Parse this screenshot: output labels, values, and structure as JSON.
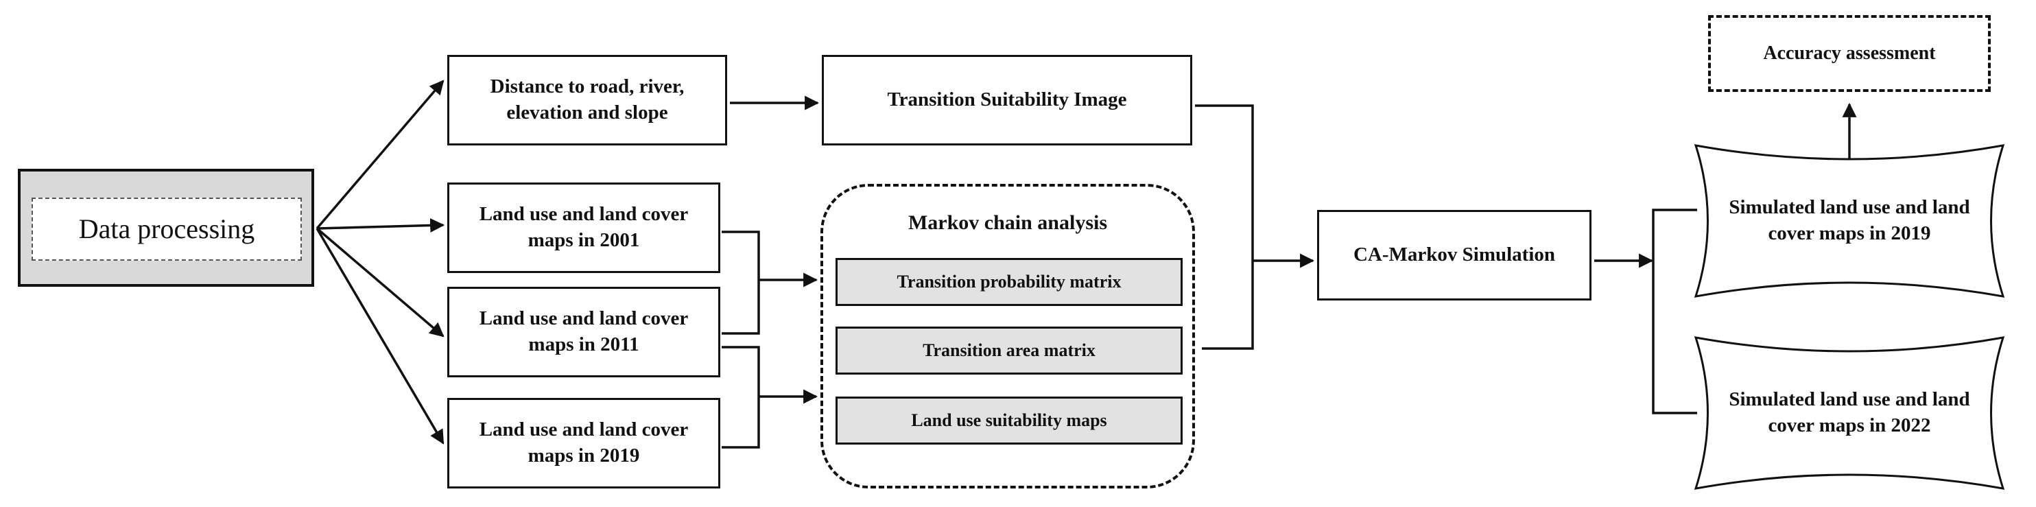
{
  "nodes": {
    "data_processing": "Data processing",
    "distance": "Distance to road, river, elevation and slope",
    "suitability_image": "Transition Suitability Image",
    "lulc_2001": "Land use and land cover maps in 2001",
    "lulc_2011": "Land use and land cover maps in 2011",
    "lulc_2019": "Land use and land cover maps in 2019",
    "markov_title": "Markov chain analysis",
    "transition_probability": "Transition probability matrix",
    "transition_area": "Transition area matrix",
    "land_use_suitability": "Land use suitability maps",
    "ca_markov": "CA-Markov Simulation",
    "simulated_2019": "Simulated land use and land cover maps in 2019",
    "simulated_2022": "Simulated land use and land cover maps in 2022",
    "accuracy": "Accuracy assessment"
  }
}
